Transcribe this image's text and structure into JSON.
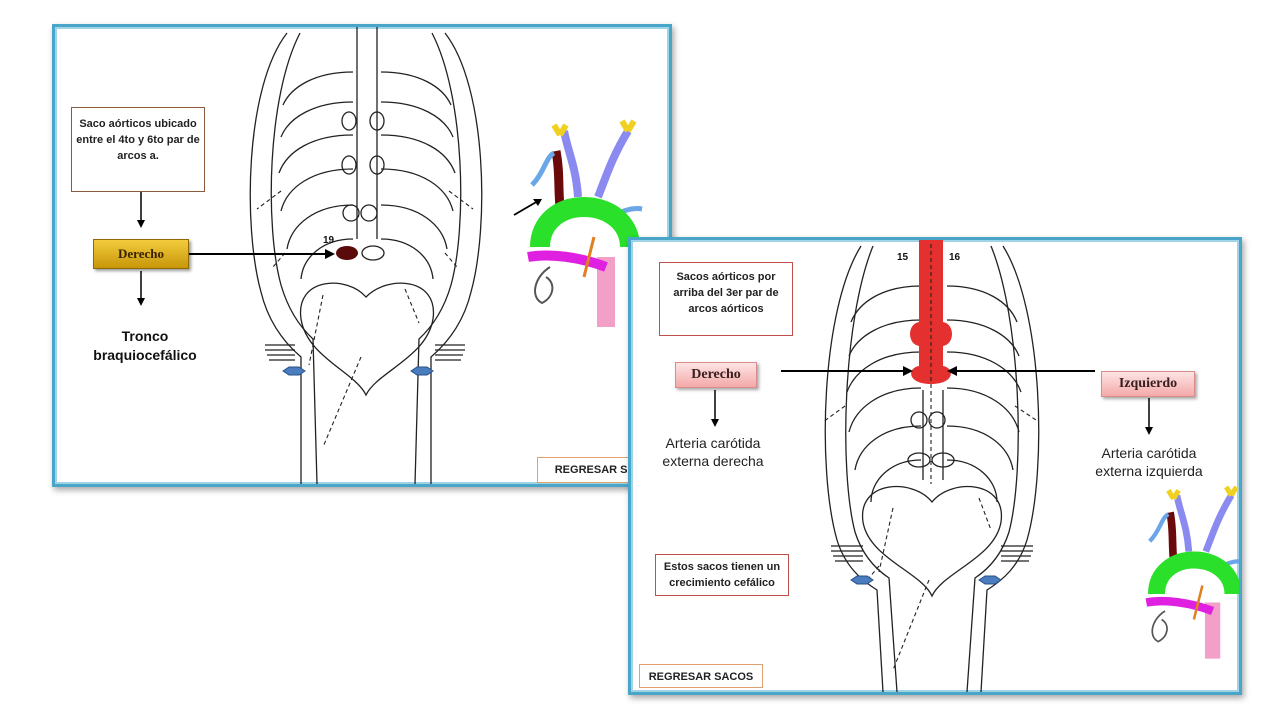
{
  "slide1": {
    "note": "Saco aórticos ubicado entre el 4to y 6to par de arcos a.",
    "button_label": "Derecho",
    "result": "Tronco braquiocefálico",
    "marker_number": "19",
    "back_button": "REGRESAR SACOS"
  },
  "slide2": {
    "note_top": "Sacos aórticos por arriba del 3er par de arcos aórticos",
    "left_button": "Derecho",
    "right_button": "Izquierdo",
    "left_result": "Arteria carótida externa derecha",
    "right_result": "Arteria carótida externa izquierda",
    "note_bottom": "Estos sacos tienen un crecimiento cefálico",
    "number_left": "15",
    "number_right": "16",
    "back_button": "REGRESAR SACOS"
  },
  "colors": {
    "frame": "#4aa6c9",
    "gold_button": "#e0b020",
    "pink_button": "#f4a9a9",
    "sac_dark": "#5a0a0a",
    "sac_red": "#e53030"
  }
}
